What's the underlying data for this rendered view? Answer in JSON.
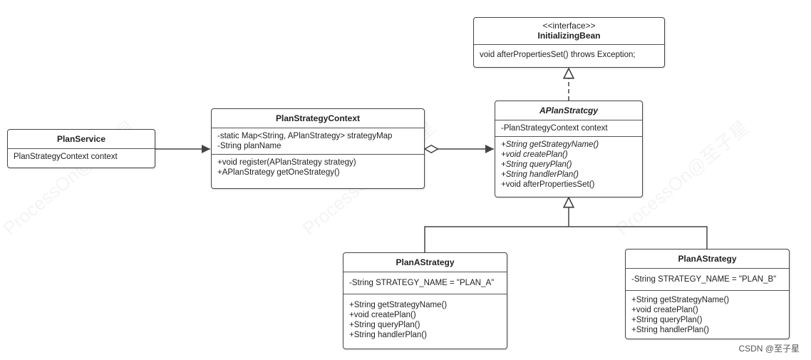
{
  "classes": {
    "plan_service": {
      "name": "PlanService",
      "attributes": [
        "PlanStrategyContext context"
      ],
      "methods": []
    },
    "plan_strategy_context": {
      "name": "PlanStrategyContext",
      "attributes": [
        "-static Map<String, APlanStrategy> strategyMap",
        "-String planName"
      ],
      "methods": [
        "+void register(APlanStrategy strategy)",
        "+APlanStrategy getOneStrategy()"
      ]
    },
    "initializing_bean": {
      "stereotype": "<<interface>>",
      "name": "InitializingBean",
      "methods": [
        "void afterPropertiesSet() throws Exception;"
      ]
    },
    "aplan_strategy": {
      "name": "APlanStratcgy",
      "attributes": [
        "-PlanStrategyContext context"
      ],
      "methods": [
        "+String getStrategyName()",
        "+void createPlan()",
        "+String queryPlan()",
        "+String handlerPlan()",
        "+void afterPropertiesSet()"
      ]
    },
    "plan_a_strategy": {
      "name": "PlanAStrategy",
      "attributes": [
        "-String STRATEGY_NAME = \"PLAN_A\""
      ],
      "methods": [
        "+String getStrategyName()",
        "+void createPlan()",
        "+String queryPlan()",
        "+String handlerPlan()"
      ]
    },
    "plan_b_strategy": {
      "name": "PlanAStrategy",
      "attributes": [
        "-String STRATEGY_NAME = \"PLAN_B\""
      ],
      "methods": [
        "+String getStrategyName()",
        "+void createPlan()",
        "+String queryPlan()",
        "+String handlerPlan()"
      ]
    }
  },
  "watermark": "ProcessOn@至子星",
  "footer": "CSDN @至子星",
  "colors": {
    "line": "#444444",
    "border": "#444444"
  }
}
